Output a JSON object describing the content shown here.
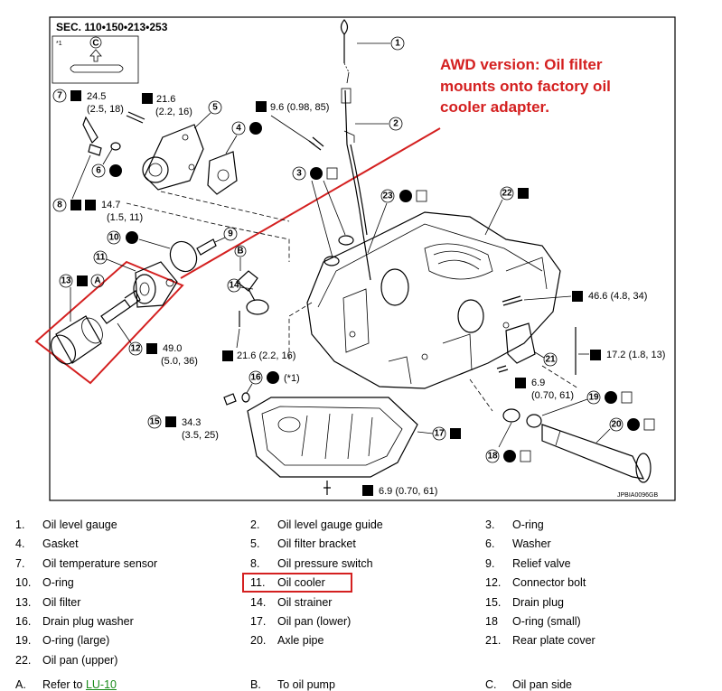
{
  "diagram": {
    "section": "SEC. 110•150•213•253",
    "inset_label": "*1",
    "inset_letter": "C",
    "image_code": "JPBIA0096GB",
    "note_lines": [
      "AWD version: Oil filter",
      "mounts onto factory oil",
      "cooler adapter."
    ],
    "callouts": {
      "c1": "1",
      "c2": "2",
      "c3": "3",
      "c4": "4",
      "c5": "5",
      "c6": "6",
      "c7": "7",
      "c8": "8",
      "c9": "9",
      "c10": "10",
      "c11": "11",
      "c12": "12",
      "c13": "13",
      "c14": "14",
      "c15": "15",
      "c16": "16",
      "c17": "17",
      "c18": "18",
      "c19": "19",
      "c20": "20",
      "c21": "21",
      "c22": "22",
      "c23": "23",
      "ca": "A",
      "cb": "B"
    },
    "torques": {
      "t7a": "24.5",
      "t7b": "(2.5, 18)",
      "t5a": "21.6",
      "t5b": "(2.2, 16)",
      "t2": "9.6 (0.98, 85)",
      "t8a": "14.7",
      "t8b": "(1.5, 11)",
      "t12a": "49.0",
      "t12b": "(5.0, 36)",
      "t14": "21.6 (2.2, 16)",
      "t16": "(*1)",
      "t15a": "34.3",
      "t15b": "(3.5, 25)",
      "tbot": "6.9 (0.70, 61)",
      "t46": "46.6 (4.8, 34)",
      "t17": "17.2 (1.8, 13)",
      "t69a": "6.9",
      "t69b": "(0.70, 61)"
    }
  },
  "legend": {
    "rows": [
      [
        {
          "n": "1.",
          "t": "Oil level gauge"
        },
        {
          "n": "2.",
          "t": "Oil level gauge guide"
        },
        {
          "n": "3.",
          "t": "O-ring"
        }
      ],
      [
        {
          "n": "4.",
          "t": "Gasket"
        },
        {
          "n": "5.",
          "t": "Oil filter bracket"
        },
        {
          "n": "6.",
          "t": "Washer"
        }
      ],
      [
        {
          "n": "7.",
          "t": "Oil temperature sensor"
        },
        {
          "n": "8.",
          "t": "Oil pressure switch"
        },
        {
          "n": "9.",
          "t": "Relief valve"
        }
      ],
      [
        {
          "n": "10.",
          "t": "O-ring"
        },
        {
          "n": "11.",
          "t": "Oil cooler"
        },
        {
          "n": "12.",
          "t": "Connector bolt"
        }
      ],
      [
        {
          "n": "13.",
          "t": "Oil filter"
        },
        {
          "n": "14.",
          "t": "Oil strainer"
        },
        {
          "n": "15.",
          "t": "Drain plug"
        }
      ],
      [
        {
          "n": "16.",
          "t": "Drain plug washer"
        },
        {
          "n": "17.",
          "t": "Oil pan (lower)"
        },
        {
          "n": "18",
          "t": "O-ring (small)"
        }
      ],
      [
        {
          "n": "19.",
          "t": "O-ring (large)"
        },
        {
          "n": "20.",
          "t": "Axle pipe"
        },
        {
          "n": "21.",
          "t": "Rear plate cover"
        }
      ],
      [
        {
          "n": "22.",
          "t": "Oil pan (upper)"
        }
      ]
    ],
    "refs": [
      {
        "n": "A.",
        "t": "Refer to ",
        "link": "LU-10"
      },
      {
        "n": "B.",
        "t": "To oil pump"
      },
      {
        "n": "C.",
        "t": "Oil pan side"
      }
    ]
  },
  "colors": {
    "annotation": "#d42020",
    "link": "#1a8a1a"
  }
}
